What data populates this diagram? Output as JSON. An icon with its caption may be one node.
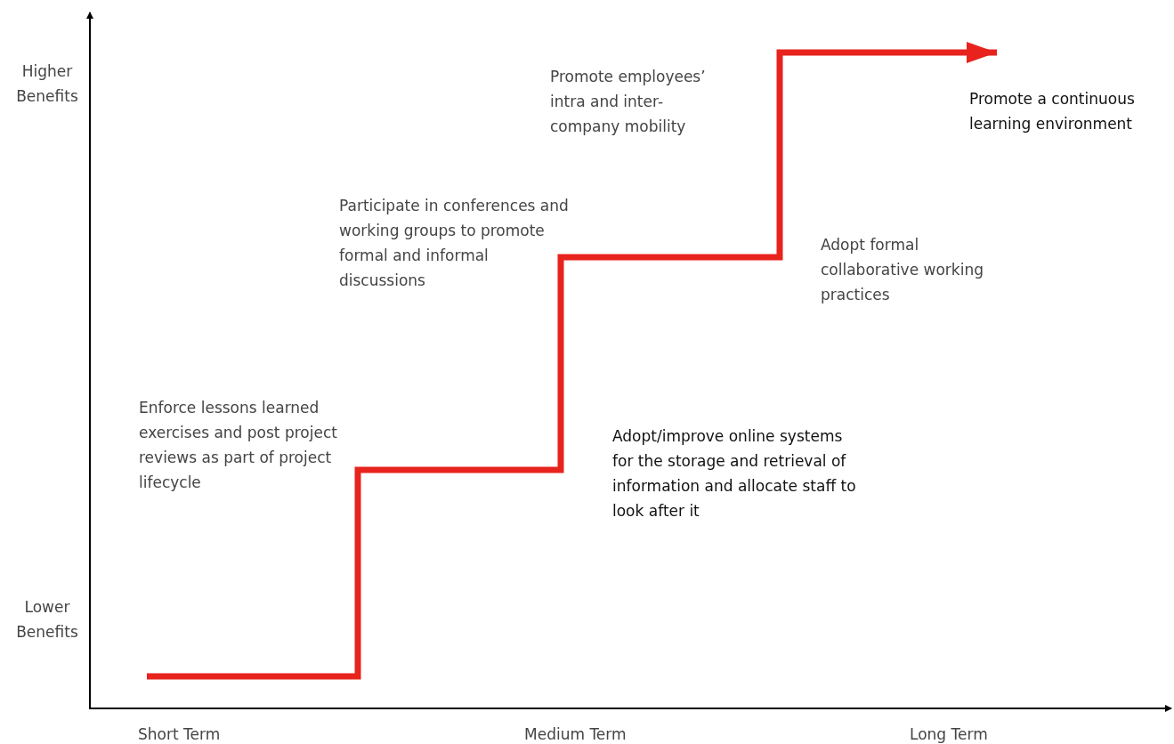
{
  "diagram": {
    "labels": [
      "Higher Benefits",
      "Promote employees’ intra and inter-company mobility",
      "Promote a continuous learning environment",
      "Participate in conferences and working groups to promote formal and informal discussions",
      "Adopt formal collaborative working practices",
      "Enforce lessons learned exercises and post project reviews as part of project lifecycle",
      "Adopt/improve online systems for the storage and retrieval of information and allocate staff to look after it",
      "Lower Benefits",
      "Short Term",
      "Medium Term",
      "Long Term"
    ]
  }
}
